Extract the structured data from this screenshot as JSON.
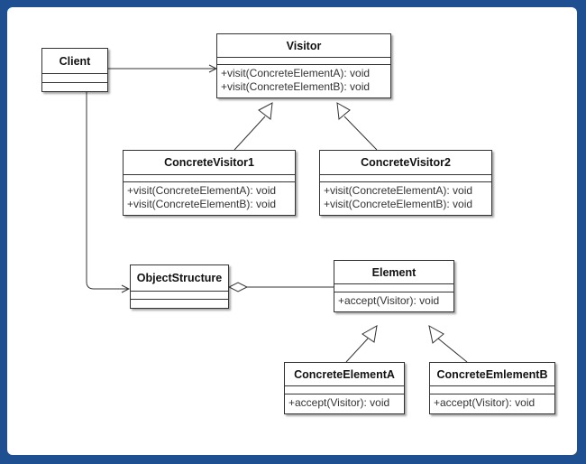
{
  "classes": {
    "client": {
      "name": "Client",
      "operations": []
    },
    "visitor": {
      "name": "Visitor",
      "operations": [
        "+visit(ConcreteElementA): void",
        "+visit(ConcreteElementB): void"
      ]
    },
    "concrete_visitor1": {
      "name": "ConcreteVisitor1",
      "operations": [
        "+visit(ConcreteElementA): void",
        "+visit(ConcreteElementB): void"
      ]
    },
    "concrete_visitor2": {
      "name": "ConcreteVisitor2",
      "operations": [
        "+visit(ConcreteElementA): void",
        "+visit(ConcreteElementB): void"
      ]
    },
    "object_structure": {
      "name": "ObjectStructure",
      "operations": []
    },
    "element": {
      "name": "Element",
      "operations": [
        "+accept(Visitor): void"
      ]
    },
    "concrete_element_a": {
      "name": "ConcreteElementA",
      "operations": [
        "+accept(Visitor): void"
      ]
    },
    "concrete_element_b": {
      "name": "ConcreteEmlementB",
      "operations": [
        "+accept(Visitor): void"
      ]
    }
  },
  "relations": [
    {
      "from": "Client",
      "to": "Visitor",
      "kind": "association"
    },
    {
      "from": "Client",
      "to": "ObjectStructure",
      "kind": "association"
    },
    {
      "from": "ConcreteVisitor1",
      "to": "Visitor",
      "kind": "generalization"
    },
    {
      "from": "ConcreteVisitor2",
      "to": "Visitor",
      "kind": "generalization"
    },
    {
      "from": "ObjectStructure",
      "to": "Element",
      "kind": "aggregation"
    },
    {
      "from": "ConcreteElementA",
      "to": "Element",
      "kind": "generalization"
    },
    {
      "from": "ConcreteEmlementB",
      "to": "Element",
      "kind": "generalization"
    }
  ],
  "colors": {
    "frame": "#1d4f91",
    "canvas": "#ffffff",
    "line": "#333333"
  }
}
